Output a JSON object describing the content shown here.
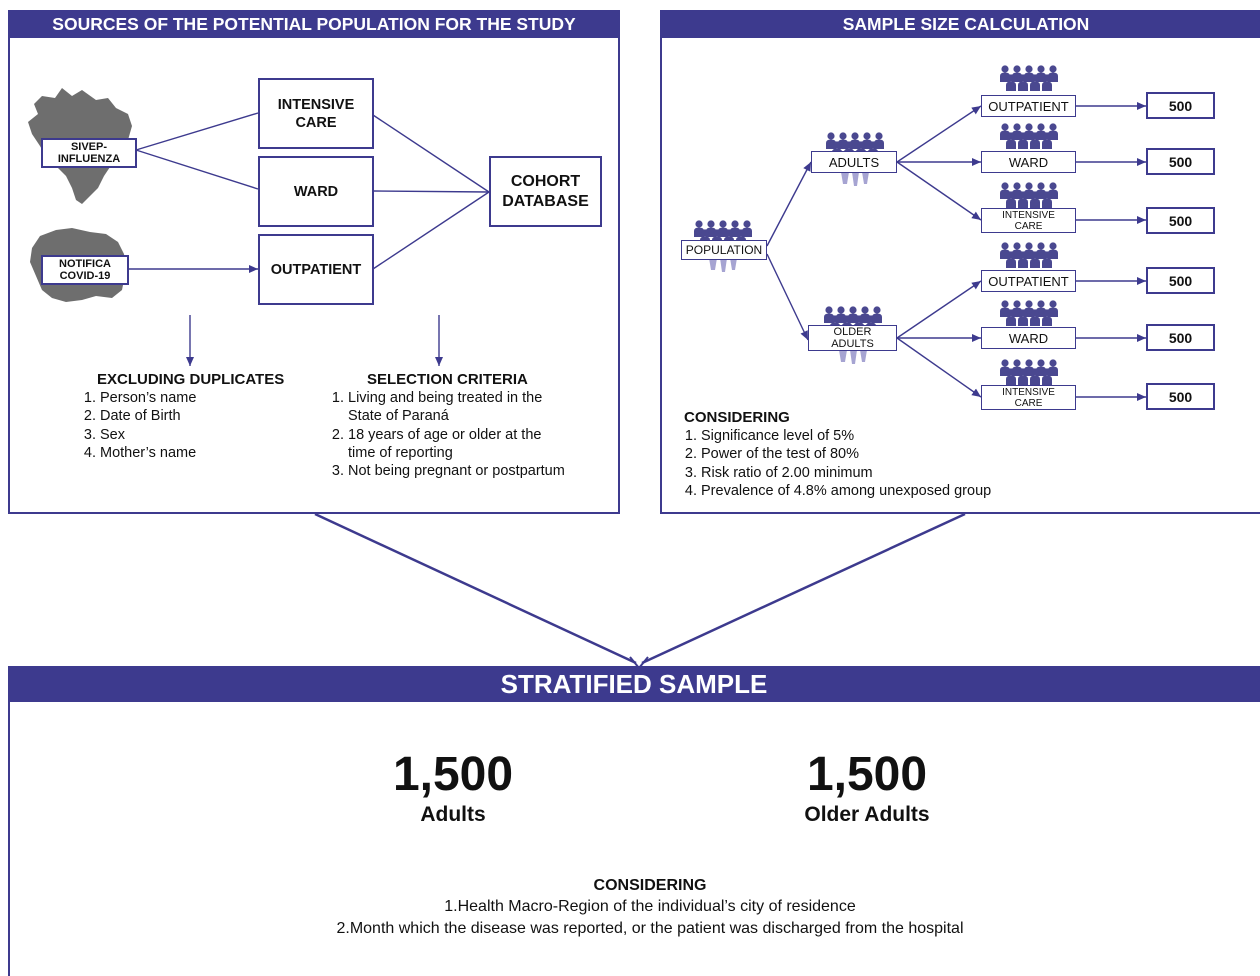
{
  "left_panel": {
    "title": "SOURCES OF THE POTENTIAL POPULATION FOR THE STUDY",
    "sources": [
      {
        "label": "SIVEP-\nINFLUENZA"
      },
      {
        "label": "NOTIFICA\nCOVID-19"
      }
    ],
    "care_levels": [
      "INTENSIVE\nCARE",
      "WARD",
      "OUTPATIENT"
    ],
    "cohort_label": "COHORT\nDATABASE",
    "excluding": {
      "title": "EXCLUDING DUPLICATES",
      "items": [
        "Person’s name",
        "Date of Birth",
        "Sex",
        "Mother’s name"
      ]
    },
    "selection": {
      "title": "SELECTION CRITERIA",
      "items": [
        "Living and being treated in the State of Paraná",
        "18 years of age or older at the time of reporting",
        "Not being pregnant or postpartum"
      ]
    }
  },
  "right_panel": {
    "title": "SAMPLE SIZE CALCULATION",
    "population_label": "POPULATION",
    "groups": [
      {
        "label": "ADULTS",
        "branches": [
          {
            "label": "OUTPATIENT",
            "size": "500"
          },
          {
            "label": "WARD",
            "size": "500"
          },
          {
            "label": "INTENSIVE\nCARE",
            "size": "500"
          }
        ]
      },
      {
        "label": "OLDER\nADULTS",
        "branches": [
          {
            "label": "OUTPATIENT",
            "size": "500"
          },
          {
            "label": "WARD",
            "size": "500"
          },
          {
            "label": "INTENSIVE\nCARE",
            "size": "500"
          }
        ]
      }
    ],
    "considering": {
      "title": "CONSIDERING",
      "items": [
        "Significance level of 5%",
        "Power of the test of 80%",
        "Risk ratio of 2.00 minimum",
        "Prevalence of 4.8% among unexposed group"
      ]
    }
  },
  "bottom_panel": {
    "title": "STRATIFIED SAMPLE",
    "totals": [
      {
        "value": "1,500",
        "label": "Adults"
      },
      {
        "value": "1,500",
        "label": "Older Adults"
      }
    ],
    "considering": {
      "title": "CONSIDERING",
      "items": [
        "1.Health Macro-Region of the individual’s city of residence",
        "2.Month which the disease was reported, or the patient was discharged from the hospital"
      ]
    }
  },
  "colors": {
    "accent": "#3d3a8e",
    "map_gray": "#6e6e6e",
    "people_dark": "#4a4890",
    "people_light": "#a6a4d2"
  }
}
